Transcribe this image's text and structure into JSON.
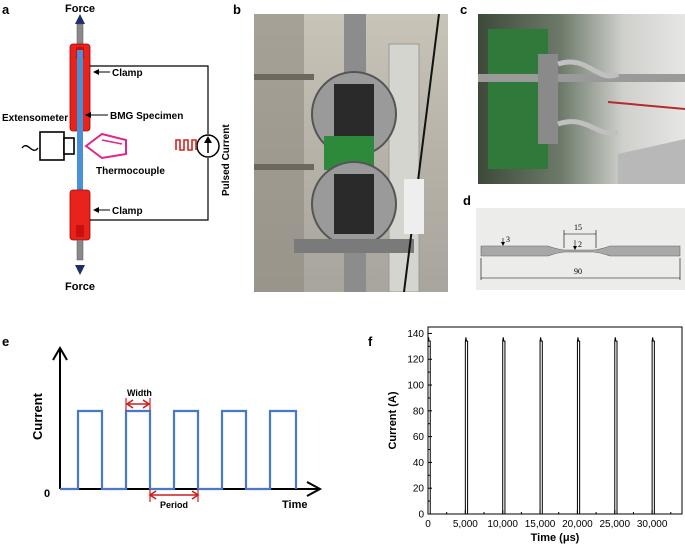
{
  "panels": {
    "a": {
      "letter": "a",
      "labels": {
        "force_top": "Force",
        "force_bottom": "Force",
        "clamp_top": "Clamp",
        "clamp_bottom": "Clamp",
        "specimen": "BMG Specimen",
        "extensometer": "Extensometer",
        "thermocouple": "Thermocouple",
        "pulsed_current": "Pulsed Current"
      },
      "colors": {
        "clamp": "#e8231c",
        "specimen": "#4a90d9",
        "thermocouple": "#e0258c",
        "signal": "#d92020",
        "rod": "#8a8a8a"
      }
    },
    "b": {
      "letter": "b"
    },
    "c": {
      "letter": "c"
    },
    "d": {
      "letter": "d",
      "dimensions": {
        "thickness": "3",
        "gauge_width": "2",
        "gauge_length": "15",
        "total_length": "90"
      }
    },
    "e": {
      "letter": "e",
      "ylabel": "Current",
      "xlabel": "Time",
      "origin": "0",
      "width_label": "Width",
      "period_label": "Period",
      "colors": {
        "pulse": "#4a78c8",
        "arrow": "#cc1f1f"
      }
    },
    "f": {
      "letter": "f"
    }
  },
  "chart_data": {
    "type": "line",
    "xlabel": "Time (μs)",
    "ylabel": "Current (A)",
    "xlim": [
      0,
      34000
    ],
    "ylim": [
      0,
      145
    ],
    "xticks": [
      0,
      5000,
      10000,
      15000,
      20000,
      25000,
      30000
    ],
    "xtick_labels": [
      "0",
      "5,000",
      "10,000",
      "15,000",
      "20,000",
      "25,000",
      "30,000"
    ],
    "yticks": [
      0,
      20,
      40,
      60,
      80,
      100,
      120,
      140
    ],
    "ytick_labels": [
      "0",
      "20",
      "40",
      "60",
      "80",
      "100",
      "120",
      "140"
    ],
    "pulse_starts": [
      0,
      5000,
      10000,
      15000,
      20000,
      25000,
      30000
    ],
    "pulse_width": 300,
    "peak_current": 137,
    "plateau_current": 134,
    "grid": false
  }
}
